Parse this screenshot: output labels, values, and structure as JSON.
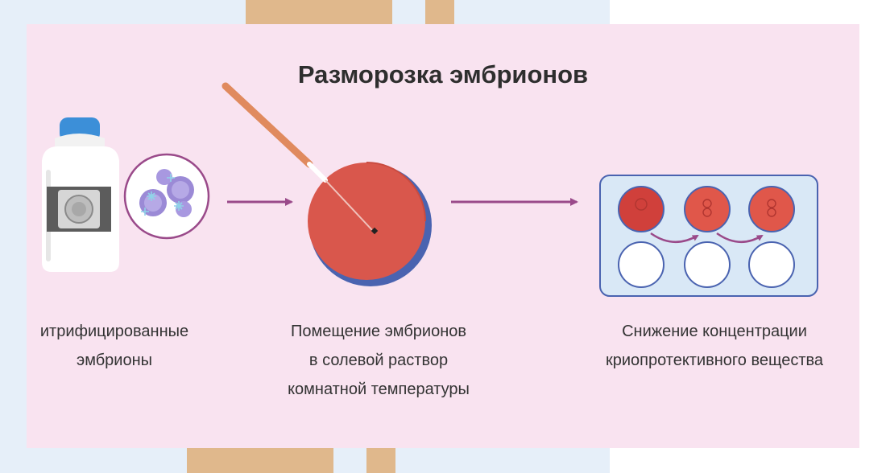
{
  "title": "Разморозка эмбрионов",
  "steps": [
    {
      "caption_lines": [
        "итрифицированные",
        "эмбрионы"
      ]
    },
    {
      "caption_lines": [
        "Помещение эмбрионов",
        "в солевой раствор",
        "комнатной температуры"
      ]
    },
    {
      "caption_lines": [
        "Снижение концентрации",
        "криопротективного вещества"
      ]
    }
  ],
  "colors": {
    "card_background": "#f9e3f0",
    "arrow": "#9a4a8a",
    "dish_red": "#d9574c",
    "dish_edge": "#4a63b0",
    "cap_blue": "#3c8fd8",
    "plate_blue": "#d9e8f6"
  },
  "icons": [
    "liquid-nitrogen-container-icon",
    "frozen-embryos-icon",
    "snowflake-icon",
    "pipette-icon",
    "petri-dish-icon",
    "well-plate-icon",
    "arrow-right-icon"
  ]
}
